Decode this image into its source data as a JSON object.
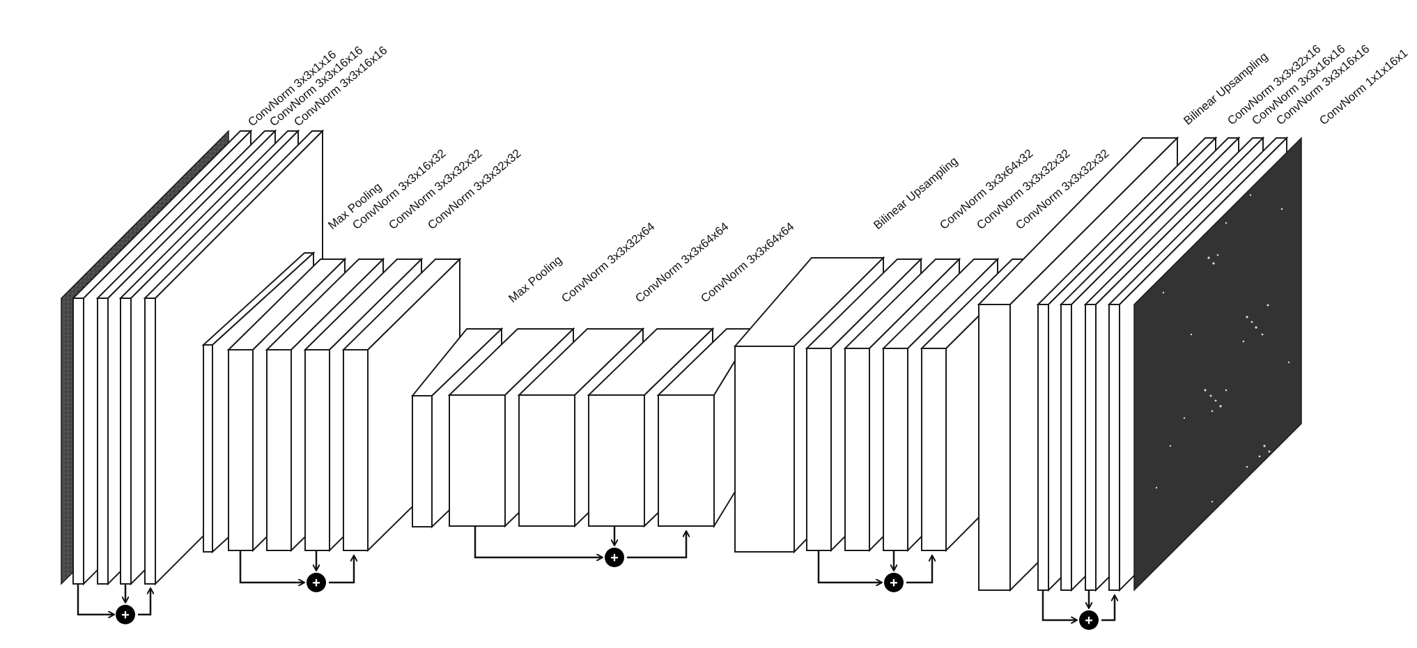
{
  "diagram": {
    "labels": [
      "ConvNorm 3x3x1x16",
      "ConvNorm 3x3x16x16",
      "ConvNorm 3x3x16x16",
      "Max Pooling",
      "ConvNorm 3x3x16x32",
      "ConvNorm 3x3x32x32",
      "ConvNorm 3x3x32x32",
      "Max Pooling",
      "ConvNorm 3x3x32x64",
      "ConvNorm 3x3x64x64",
      "ConvNorm 3x3x64x64",
      "Bilinear Upsampling",
      "ConvNorm 3x3x64x32",
      "ConvNorm 3x3x32x32",
      "ConvNorm 3x3x32x32",
      "Bilinear Upsampling",
      "ConvNorm 3x3x32x16",
      "ConvNorm 3x3x16x16",
      "ConvNorm 3x3x16x16",
      "ConvNorm 1x1x16x1"
    ],
    "add_symbol": "+",
    "colors": {
      "stroke": "#1a1a1a",
      "block_fill": "#ffffff",
      "input_map": "#4a4a4a",
      "output_map": "#333333",
      "adder": "#000000"
    }
  }
}
